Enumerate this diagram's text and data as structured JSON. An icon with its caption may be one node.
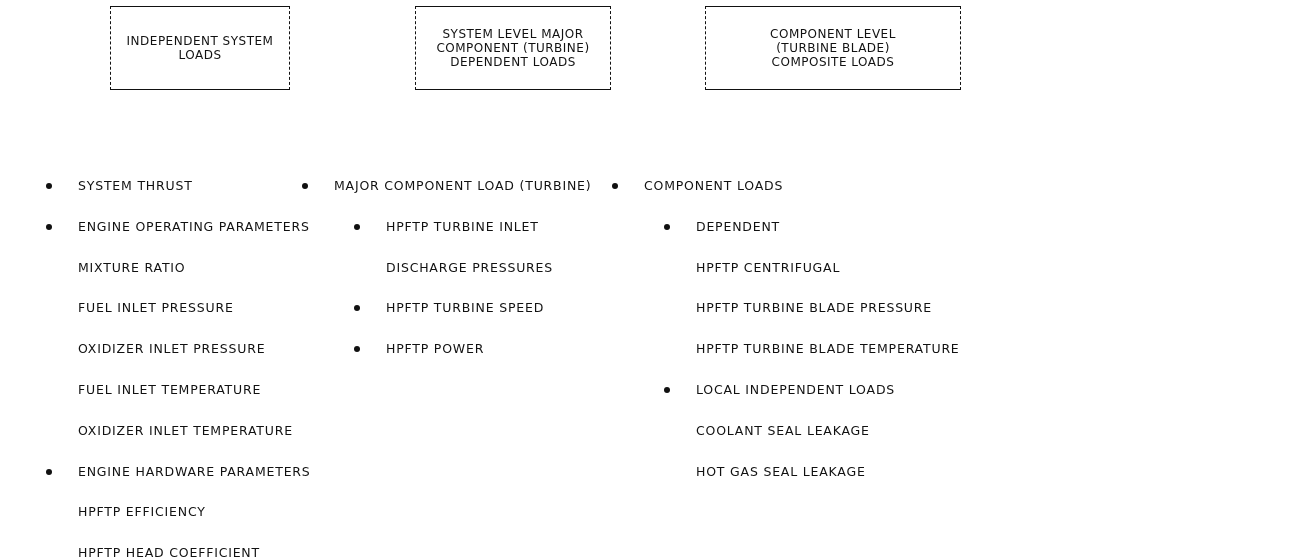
{
  "diagram": {
    "nodes": [
      {
        "text": [
          "INDEPENDENT SYSTEM LOADS"
        ]
      },
      {
        "text": [
          "SYSTEM LEVEL MAJOR COMPONENT (TURBINE) DEPENDENT LOADS"
        ]
      },
      {
        "text": [
          "COMPONENT LEVEL (TURBINE BLADE) COMPOSITE LOADS"
        ]
      }
    ],
    "edges": [],
    "labels": [
      "SYSTEM THRUST",
      "ENGINE OPERATING PARAMETERS",
      "MIXTURE RATIO",
      "FUEL INLET PRESSURE",
      "OXIDIZER INLET PRESSURE",
      "FUEL INLET TEMPERATURE",
      "OXIDIZER INLET TEMPERATURE",
      "ENGINE HARDWARE PARAMETERS",
      "HPFTP EFFICIENCY",
      "HPFTP HEAD COEFFICIENT",
      "MAJOR COMPONENT LOAD (TURBINE)",
      "HPFTP TURBINE INLET",
      "DISCHARGE PRESSURES",
      "HPFTP TURBINE SPEED",
      "HPFTP POWER",
      "COMPONENT LOADS",
      "DEPENDENT",
      "HPFTP CENTRIFUGAL",
      "HPFTP TURBINE BLADE PRESSURE",
      "HPFTP TURBINE BLADE TEMPERATURE",
      "LOCAL INDEPENDENT LOADS",
      "COOLANT SEAL LEAKAGE",
      "HOT GAS SEAL LEAKAGE"
    ]
  }
}
